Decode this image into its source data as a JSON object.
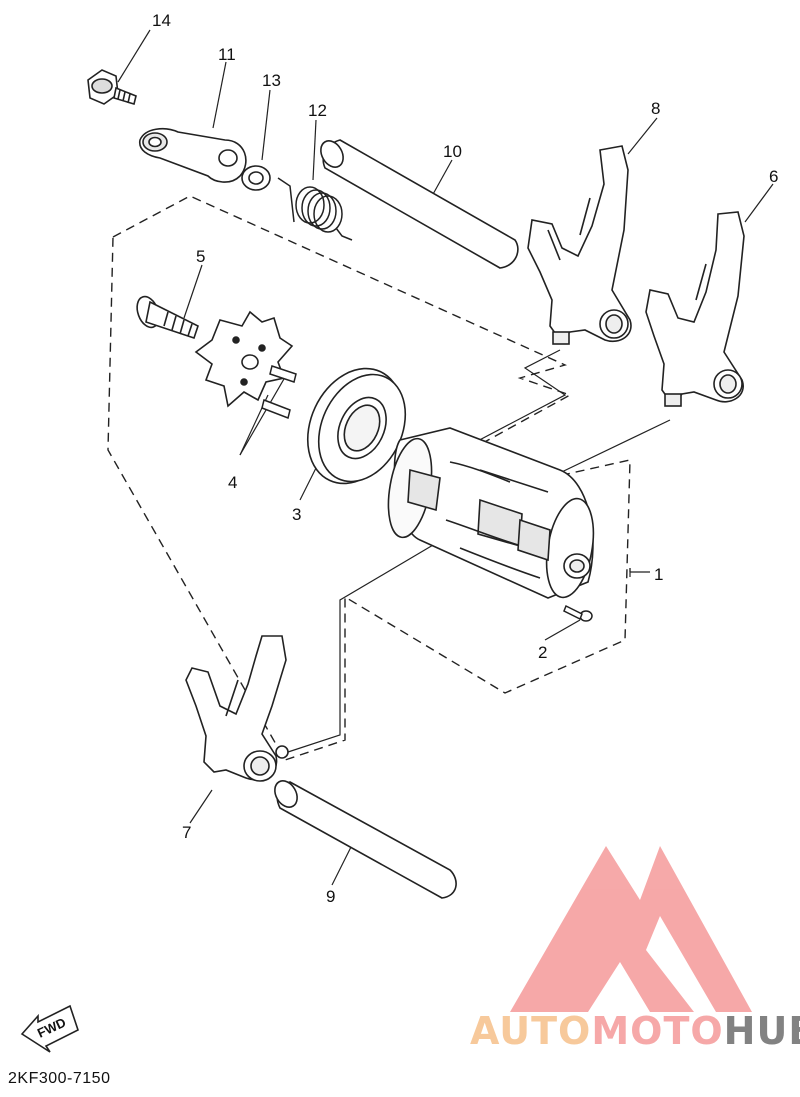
{
  "diagram": {
    "part_code": "2KF300-7150",
    "fwd_label": "FWD",
    "callouts": [
      "1",
      "2",
      "3",
      "4",
      "5",
      "6",
      "7",
      "8",
      "9",
      "10",
      "11",
      "12",
      "13",
      "14"
    ]
  },
  "watermark": {
    "part1": "AUTO",
    "part2": "MOTO",
    "part3": "HUB",
    "color_light": "#f6c08a",
    "color_pink": "#f59a9a",
    "color_dark": "#6d6d6d"
  }
}
